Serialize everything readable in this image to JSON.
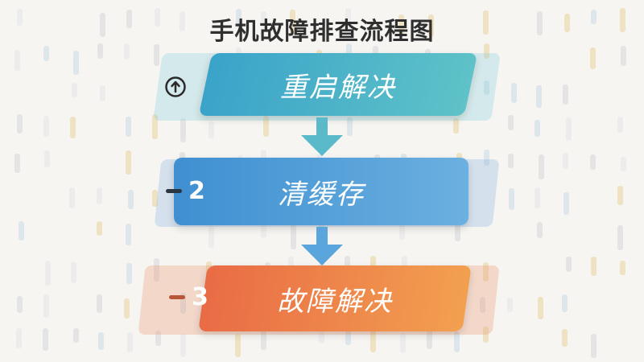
{
  "title": "手机故障排查流程图",
  "colors": {
    "step1": "#4fb3cc",
    "step2": "#4f9dd8",
    "step3": "#ee8348",
    "arrow1": "#5bbac9",
    "arrow2": "#5aa6dc",
    "title": "#2f2f2f"
  },
  "steps": [
    {
      "label": "重启解决",
      "marker_icon": "up-arrow-circle-icon"
    },
    {
      "label": "清缓存",
      "number": "2"
    },
    {
      "label": "故障解决",
      "number": "3"
    }
  ]
}
